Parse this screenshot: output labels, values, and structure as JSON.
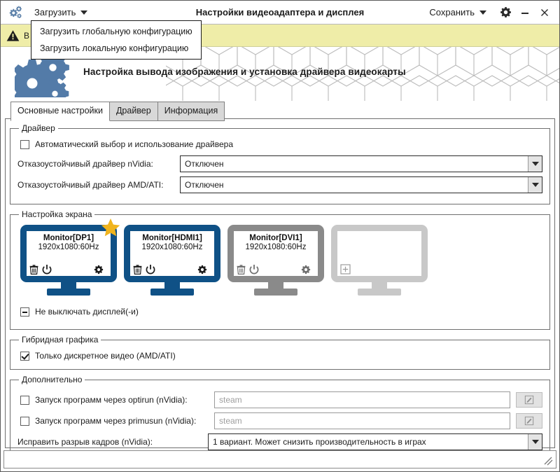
{
  "window": {
    "title": "Настройки видеоадаптера и дисплея",
    "app_icon": "gears-icon",
    "load_menu_label": "Загрузить",
    "save_menu_label": "Сохранить",
    "settings_icon": "gear-icon",
    "minimize_icon": "minimize-icon",
    "close_icon": "close-icon"
  },
  "dropdown": {
    "items": [
      {
        "label": "Загрузить глобальную конфигурацию"
      },
      {
        "label": "Загрузить локальную конфигурацию"
      }
    ]
  },
  "banner": {
    "icon": "warning-triangle-icon",
    "text": "В",
    "bg_color": "#efeda8"
  },
  "hero": {
    "icon": "gears-icon",
    "title": "Настройка вывода изображения и установка драйвера видеокарты"
  },
  "tabs": [
    {
      "label": "Основные настройки",
      "active": true
    },
    {
      "label": "Драйвер",
      "active": false
    },
    {
      "label": "Информация",
      "active": false
    }
  ],
  "driver_group": {
    "legend": "Драйвер",
    "auto_checkbox": {
      "label": "Автоматический выбор и использование драйвера",
      "state": "unchecked"
    },
    "nvidia": {
      "label": "Отказоустойчивый драйвер nVidia:",
      "value": "Отключен"
    },
    "amd": {
      "label": "Отказоустойчивый драйвер AMD/ATI:",
      "value": "Отключен"
    }
  },
  "screen_group": {
    "legend": "Настройка экрана",
    "monitors": [
      {
        "name": "Monitor[DP1]",
        "resolution": "1920x1080:60Hz",
        "accent": "#0f5186",
        "primary": true,
        "star_color": "#f0b41e",
        "icons": [
          "trash-icon",
          "power-icon",
          "gear-icon"
        ]
      },
      {
        "name": "Monitor[HDMI1]",
        "resolution": "1920x1080:60Hz",
        "accent": "#0f5186",
        "primary": false,
        "icons": [
          "trash-icon",
          "power-icon",
          "gear-icon"
        ]
      },
      {
        "name": "Monitor[DVI1]",
        "resolution": "1920x1080:60Hz",
        "accent": "#8a8a8a",
        "primary": false,
        "icons": [
          "trash-icon",
          "power-icon",
          "gear-icon"
        ]
      },
      {
        "name": "",
        "resolution": "",
        "accent": "#c8c8c8",
        "primary": false,
        "icons": [
          "plus-box-icon"
        ],
        "empty": true
      }
    ],
    "keep_on_checkbox": {
      "label": "Не выключать дисплей(-и)",
      "state": "indeterminate"
    }
  },
  "hybrid_group": {
    "legend": "Гибридная графика",
    "discrete_checkbox": {
      "label": "Только дискретное видео (AMD/ATI)",
      "state": "checked"
    }
  },
  "extra_group": {
    "legend": "Дополнительно",
    "optirun": {
      "label": "Запуск программ через optirun (nVidia):",
      "placeholder": "steam",
      "state": "unchecked",
      "edit_icon": "pencil-icon"
    },
    "primusrun": {
      "label": "Запуск программ через primusun (nVidia):",
      "placeholder": "steam",
      "state": "unchecked",
      "edit_icon": "pencil-icon"
    },
    "tearfix": {
      "label": "Исправить разрыв кадров (nVidia):",
      "value": "1 вариант. Может снизить производительность в играх"
    }
  },
  "statusbar": {
    "text": "",
    "grip_icon": "resize-grip-icon"
  }
}
